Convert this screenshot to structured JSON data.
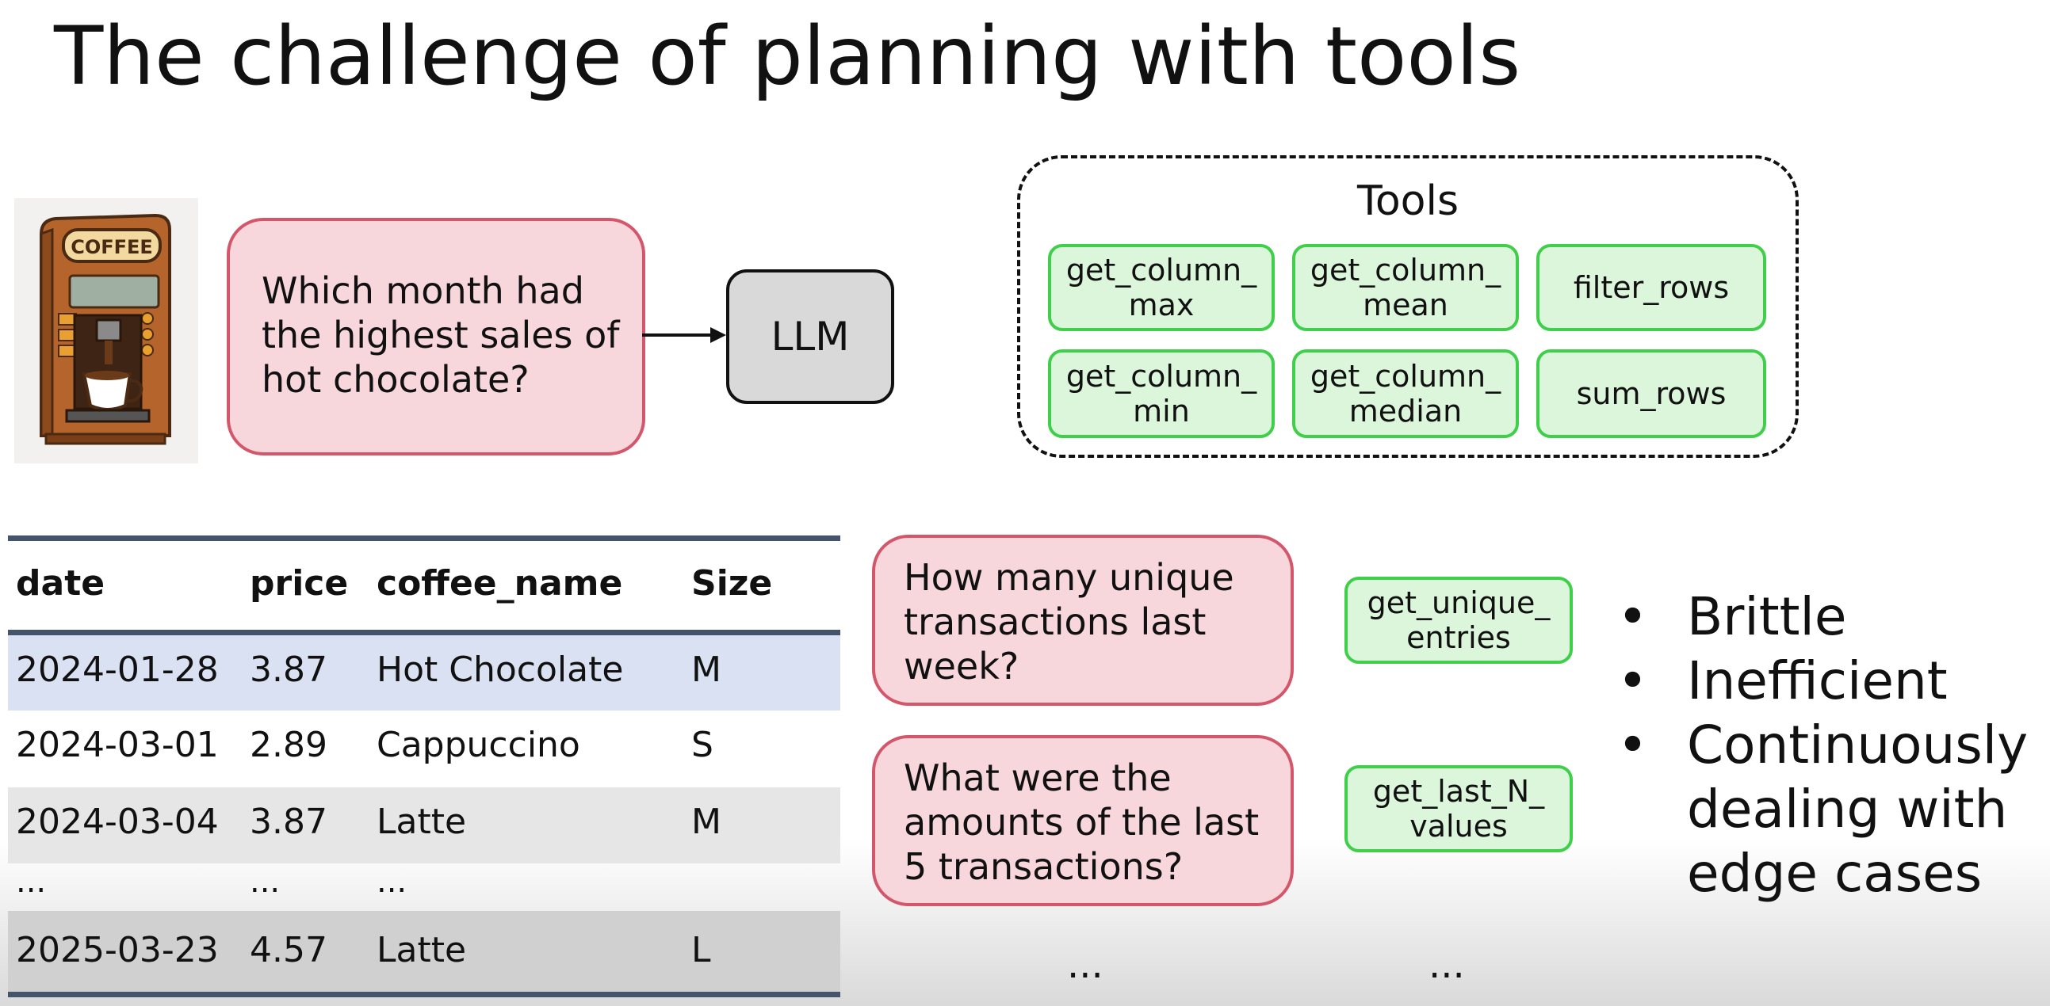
{
  "title": "The challenge of planning with tools",
  "question_main": "Which month had\nthe highest sales of\nhot chocolate?",
  "llm_label": "LLM",
  "coffee_sign": "COFFEE",
  "tools": {
    "title": "Tools",
    "items": [
      "get_column_\nmax",
      "get_column_\nmean",
      "filter_rows",
      "get_column_\nmin",
      "get_column_\nmedian",
      "sum_rows"
    ]
  },
  "table": {
    "headers": [
      "date",
      "price",
      "coffee_name",
      "Size"
    ],
    "rows": [
      [
        "2024-01-28",
        "3.87",
        "Hot Chocolate",
        "M"
      ],
      [
        "2024-03-01",
        "2.89",
        "Cappuccino",
        "S"
      ],
      [
        "2024-03-04",
        "3.87",
        "Latte",
        "M"
      ],
      [
        "...",
        "...",
        "...",
        ""
      ],
      [
        "2025-03-23",
        "4.57",
        "Latte",
        "L"
      ]
    ]
  },
  "questions": [
    {
      "text": "How many unique\ntransactions last\nweek?",
      "tool": "get_unique_\nentries"
    },
    {
      "text": "What were the\namounts of the last\n5 transactions?",
      "tool": "get_last_N_\nvalues"
    }
  ],
  "ellipsis_questions": "...",
  "ellipsis_tools": "...",
  "bullets": [
    "Brittle",
    "Inefficient",
    "Continuously\ndealing with\nedge cases"
  ],
  "colors": {
    "question_fill": "#f8d7dc",
    "question_border": "#d4566a",
    "tool_fill": "#dcf6dc",
    "tool_border": "#3fcf4a",
    "llm_fill": "#d9d9d9",
    "table_rule": "#44546a",
    "highlight_row": "#d9e1f2"
  }
}
